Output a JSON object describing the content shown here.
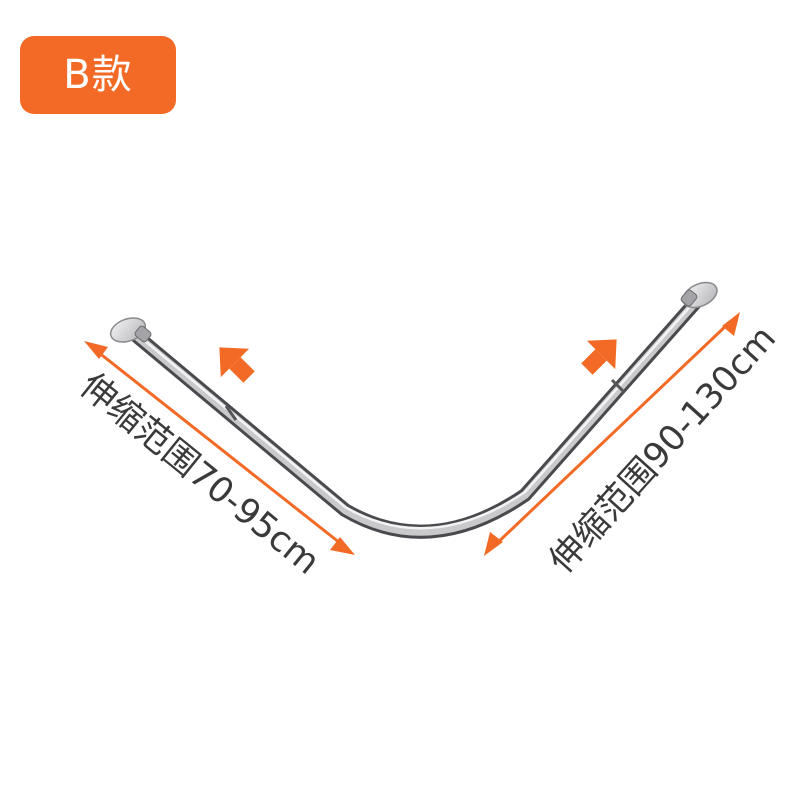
{
  "badge": {
    "label": "B款",
    "color": "#f26a25"
  },
  "dimensions": {
    "left_range": "伸缩范围70-95cm",
    "right_range": "伸缩范围90-130cm"
  },
  "colors": {
    "arrow": "#f26a25",
    "rod": "#9a9a9c",
    "text": "#3a3a3a"
  }
}
